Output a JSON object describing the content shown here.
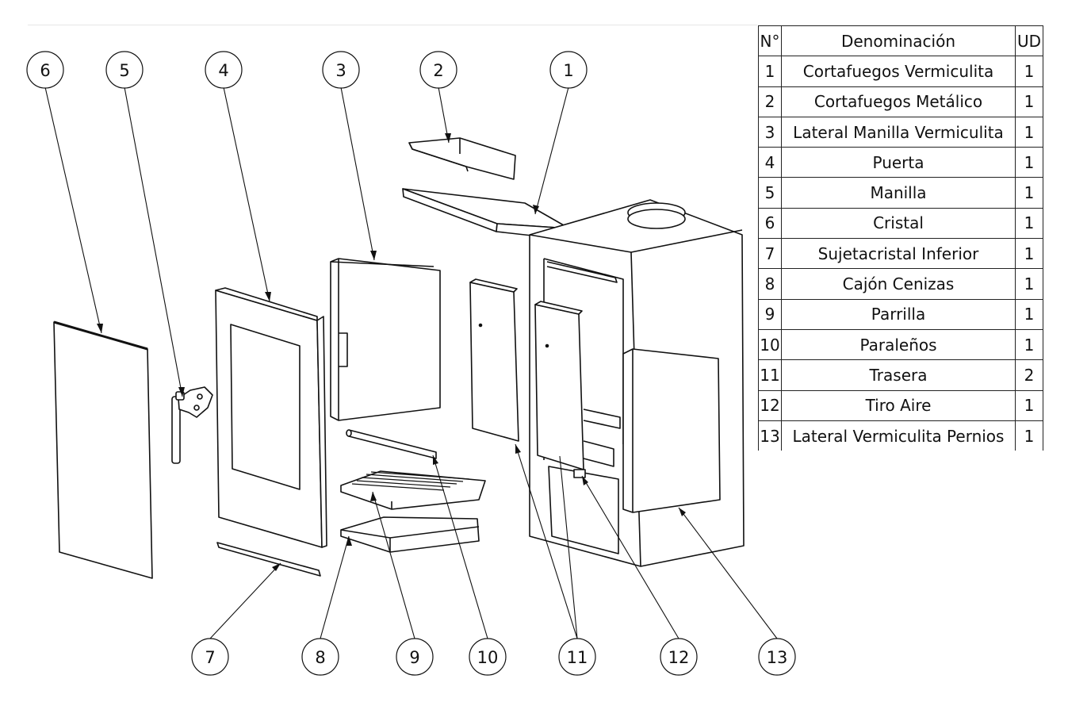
{
  "table": {
    "headers": {
      "num": "N°",
      "name": "Denominación",
      "ud": "UD"
    },
    "rows": [
      {
        "num": "1",
        "name": "Cortafuegos Vermiculita",
        "ud": "1"
      },
      {
        "num": "2",
        "name": "Cortafuegos Metálico",
        "ud": "1"
      },
      {
        "num": "3",
        "name": "Lateral Manilla Vermiculita",
        "ud": "1"
      },
      {
        "num": "4",
        "name": "Puerta",
        "ud": "1"
      },
      {
        "num": "5",
        "name": "Manilla",
        "ud": "1"
      },
      {
        "num": "6",
        "name": "Cristal",
        "ud": "1"
      },
      {
        "num": "7",
        "name": "Sujetacristal Inferior",
        "ud": "1"
      },
      {
        "num": "8",
        "name": "Cajón Cenizas",
        "ud": "1"
      },
      {
        "num": "9",
        "name": "Parrilla",
        "ud": "1"
      },
      {
        "num": "10",
        "name": "Paraleños",
        "ud": "1"
      },
      {
        "num": "11",
        "name": "Trasera",
        "ud": "2"
      },
      {
        "num": "12",
        "name": "Tiro Aire",
        "ud": "1"
      },
      {
        "num": "13",
        "name": "Lateral Vermiculita Pernios",
        "ud": "1"
      }
    ]
  },
  "balloons": {
    "b1": "1",
    "b2": "2",
    "b3": "3",
    "b4": "4",
    "b5": "5",
    "b6": "6",
    "b7": "7",
    "b8": "8",
    "b9": "9",
    "b10": "10",
    "b11": "11",
    "b12": "12",
    "b13": "13"
  }
}
